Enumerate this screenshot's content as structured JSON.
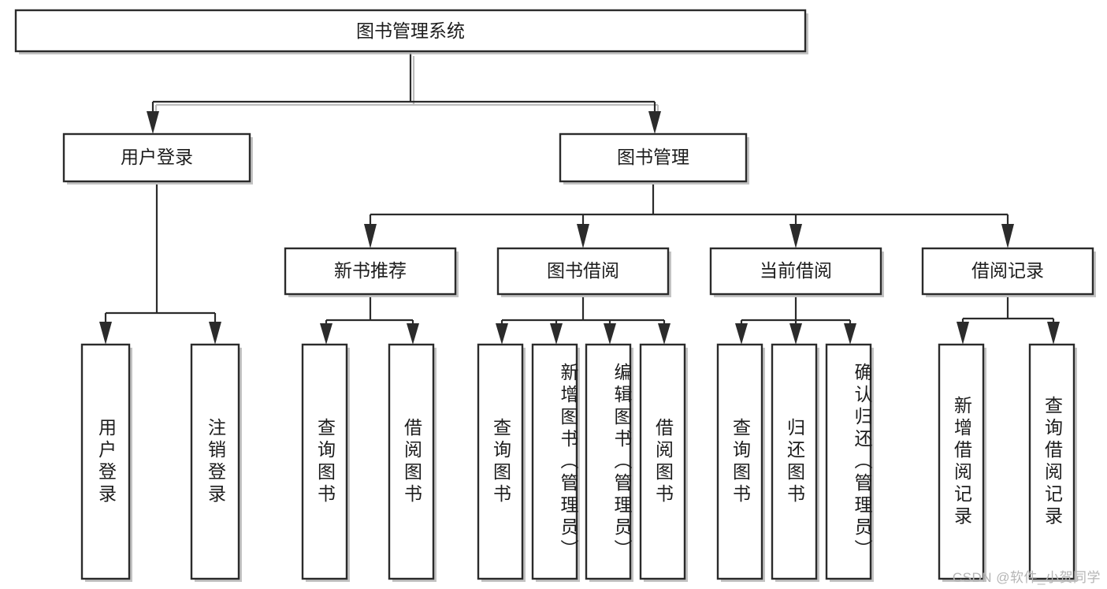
{
  "diagram": {
    "title": "图书管理系统",
    "type": "tree-hierarchy-chart",
    "orientation": "top-down",
    "levels": 4,
    "root": {
      "id": "root",
      "label": "图书管理系统",
      "text_direction": "horizontal"
    },
    "level1": [
      {
        "id": "user-login",
        "label": "用户登录",
        "text_direction": "horizontal"
      },
      {
        "id": "book-management",
        "label": "图书管理",
        "text_direction": "horizontal"
      }
    ],
    "level2": [
      {
        "id": "new-book-recommend",
        "label": "新书推荐",
        "parent": "book-management",
        "text_direction": "horizontal"
      },
      {
        "id": "book-borrow",
        "label": "图书借阅",
        "parent": "book-management",
        "text_direction": "horizontal"
      },
      {
        "id": "current-borrow",
        "label": "当前借阅",
        "parent": "book-management",
        "text_direction": "horizontal"
      },
      {
        "id": "borrow-record",
        "label": "借阅记录",
        "parent": "book-management",
        "text_direction": "horizontal"
      }
    ],
    "leaves": [
      {
        "id": "leaf-user-login",
        "label": "用户登录",
        "parent": "user-login",
        "text_direction": "vertical"
      },
      {
        "id": "leaf-logout",
        "label": "注销登录",
        "parent": "user-login",
        "text_direction": "vertical"
      },
      {
        "id": "leaf-query-book-1",
        "label": "查询图书",
        "parent": "new-book-recommend",
        "text_direction": "vertical"
      },
      {
        "id": "leaf-borrow-book-1",
        "label": "借阅图书",
        "parent": "new-book-recommend",
        "text_direction": "vertical"
      },
      {
        "id": "leaf-query-book-2",
        "label": "查询图书",
        "parent": "book-borrow",
        "text_direction": "vertical"
      },
      {
        "id": "leaf-add-book",
        "label": "新增图书（管理员）",
        "parent": "book-borrow",
        "text_direction": "vertical"
      },
      {
        "id": "leaf-edit-book",
        "label": "编辑图书（管理员）",
        "parent": "book-borrow",
        "text_direction": "vertical"
      },
      {
        "id": "leaf-borrow-book-2",
        "label": "借阅图书",
        "parent": "book-borrow",
        "text_direction": "vertical"
      },
      {
        "id": "leaf-query-book-3",
        "label": "查询图书",
        "parent": "current-borrow",
        "text_direction": "vertical"
      },
      {
        "id": "leaf-return-book",
        "label": "归还图书",
        "parent": "current-borrow",
        "text_direction": "vertical"
      },
      {
        "id": "leaf-confirm-return",
        "label": "确认归还（管理员）",
        "parent": "current-borrow",
        "text_direction": "vertical"
      },
      {
        "id": "leaf-add-record",
        "label": "新增借阅记录",
        "parent": "borrow-record",
        "text_direction": "vertical"
      },
      {
        "id": "leaf-query-record",
        "label": "查询借阅记录",
        "parent": "borrow-record",
        "text_direction": "vertical"
      }
    ]
  },
  "watermark": {
    "text": "CSDN @软件_小贺同学"
  },
  "colors": {
    "box_stroke": "#2b2b2b",
    "box_fill": "#ffffff",
    "connector": "#2b2b2b",
    "shadow": "#b9b9b9",
    "text": "#1c1c1c",
    "watermark": "#b5b5b5",
    "background": "#ffffff"
  }
}
